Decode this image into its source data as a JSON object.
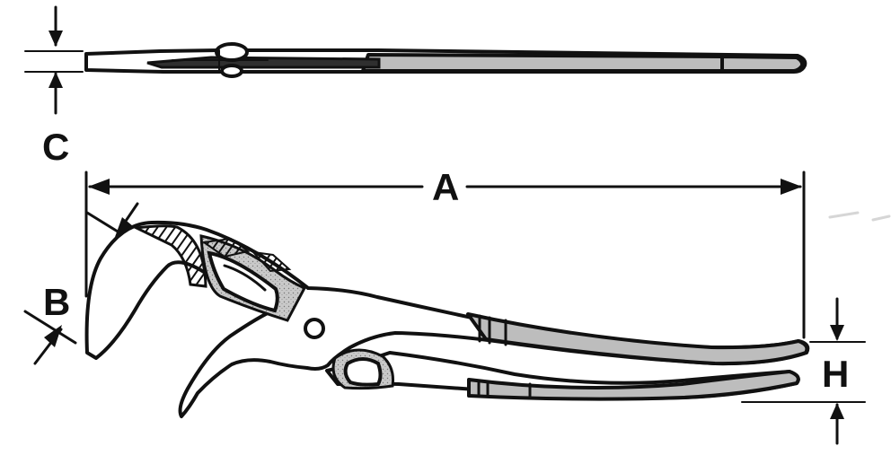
{
  "labels": {
    "a": "A",
    "b": "B",
    "c": "C",
    "h": "H"
  },
  "colors": {
    "ink": "#111111",
    "grip": "#bdbdbd",
    "paper": "#ffffff",
    "shadow": "#2f2f2f"
  }
}
